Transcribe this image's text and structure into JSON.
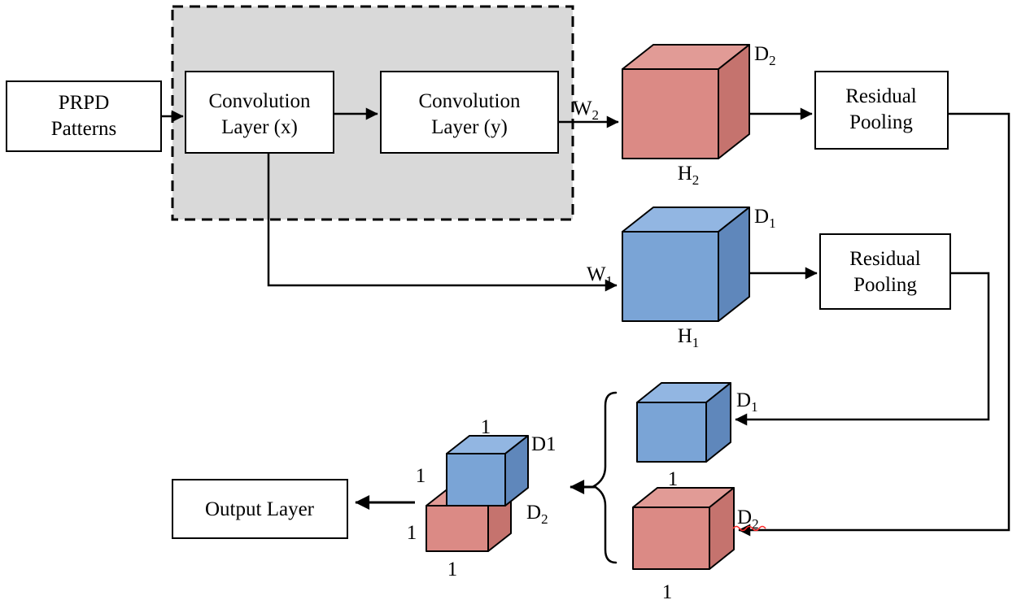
{
  "figure": {
    "type": "architecture-diagram",
    "description": "PRPD patterns CNN with two convolution layers, residual pooling branches and output layer"
  },
  "boxes": {
    "prpd": {
      "line1": "PRPD",
      "line2": "Patterns"
    },
    "conv_x": {
      "line1": "Convolution",
      "line2": "Layer (x)"
    },
    "conv_y": {
      "line1": "Convolution",
      "line2": "Layer (y)"
    },
    "rp_top": {
      "line1": "Residual",
      "line2": "Pooling"
    },
    "rp_bottom": {
      "line1": "Residual",
      "line2": "Pooling"
    },
    "output": {
      "label": "Output Layer"
    }
  },
  "labels": {
    "w2": {
      "base": "W",
      "sub": "2"
    },
    "d2_top_cube": {
      "base": "D",
      "sub": "2"
    },
    "h2": {
      "base": "H",
      "sub": "2"
    },
    "w1": {
      "base": "W",
      "sub": "1"
    },
    "d1_mid_cube": {
      "base": "D",
      "sub": "1"
    },
    "h1": {
      "base": "H",
      "sub": "1"
    },
    "d1_small_cube": {
      "base": "D",
      "sub": "1"
    },
    "d2_small_cube": {
      "base": "D",
      "sub": "2"
    },
    "d1_stacked": {
      "base": "D1",
      "sub": ""
    },
    "d2_stacked": {
      "base": "D",
      "sub": "2"
    },
    "unit": "1"
  },
  "colors": {
    "dashed_region_fill": "#d9d9d9",
    "box_fill": "#ffffff",
    "red_cube_top": "#e19b96",
    "red_cube_front": "#db8a85",
    "red_cube_side": "#c5736e",
    "blue_cube_top": "#92b6e2",
    "blue_cube_front": "#7aa4d6",
    "blue_cube_side": "#5f87bb",
    "spellcheck": "#ff2a2a"
  }
}
